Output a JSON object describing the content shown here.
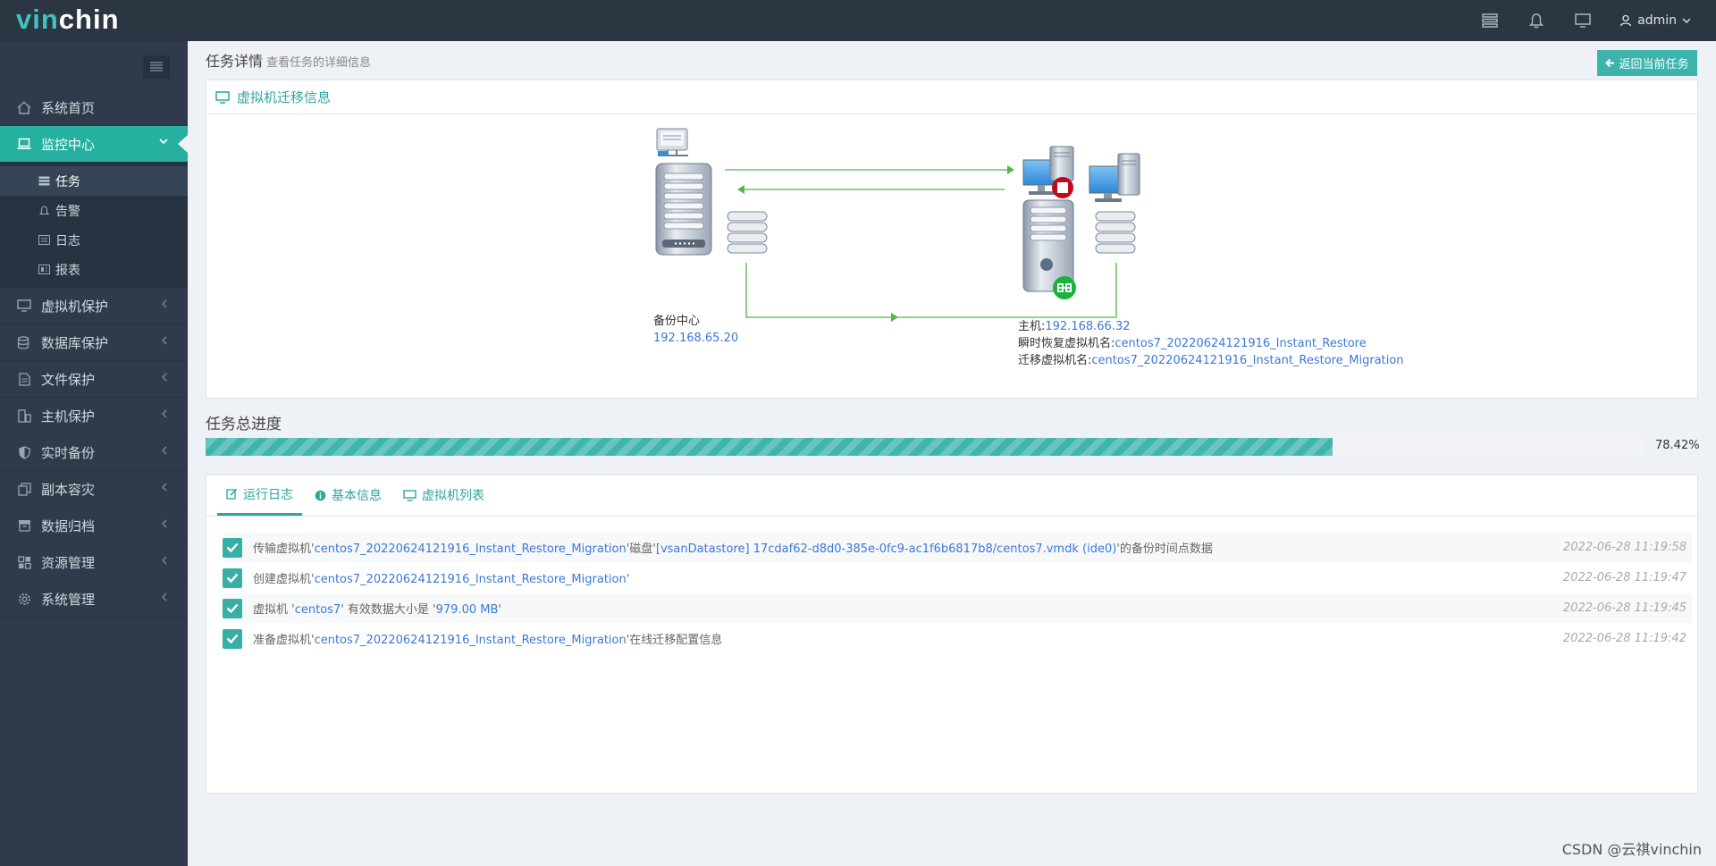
{
  "app": {
    "logo_part1": "vin",
    "logo_part2": "chin",
    "user": "admin"
  },
  "sidebar": {
    "items": [
      {
        "label": "系统首页",
        "icon": "home-icon"
      },
      {
        "label": "监控中心",
        "icon": "laptop-icon",
        "active": true,
        "sub": [
          {
            "label": "任务",
            "icon": "list-icon",
            "active": true
          },
          {
            "label": "告警",
            "icon": "bell-icon"
          },
          {
            "label": "日志",
            "icon": "log-icon"
          },
          {
            "label": "报表",
            "icon": "report-icon"
          }
        ]
      },
      {
        "label": "虚拟机保护",
        "icon": "monitor-icon"
      },
      {
        "label": "数据库保护",
        "icon": "database-icon"
      },
      {
        "label": "文件保护",
        "icon": "file-icon"
      },
      {
        "label": "主机保护",
        "icon": "host-icon"
      },
      {
        "label": "实时备份",
        "icon": "shield-icon"
      },
      {
        "label": "副本容灾",
        "icon": "copy-icon"
      },
      {
        "label": "数据归档",
        "icon": "archive-icon"
      },
      {
        "label": "资源管理",
        "icon": "resource-icon"
      },
      {
        "label": "系统管理",
        "icon": "gear-icon"
      }
    ]
  },
  "header": {
    "title": "任务详情",
    "subtitle": "查看任务的详细信息",
    "back_label": "返回当前任务"
  },
  "migration": {
    "panel_title": "虚拟机迁移信息",
    "backup_center_label": "备份中心",
    "backup_center_ip": "192.168.65.20",
    "host_label": "主机:",
    "host_ip": "192.168.66.32",
    "instant_vm_label": "瞬时恢复虚拟机名:",
    "instant_vm_name": "centos7_20220624121916_Instant_Restore",
    "migrate_vm_label": "迁移虚拟机名:",
    "migrate_vm_name": "centos7_20220624121916_Instant_Restore_Migration"
  },
  "progress": {
    "title": "任务总进度",
    "value": 78.42,
    "label": "78.42%"
  },
  "tabs": [
    {
      "label": "运行日志",
      "icon": "edit-icon",
      "active": true
    },
    {
      "label": "基本信息",
      "icon": "info-icon"
    },
    {
      "label": "虚拟机列表",
      "icon": "monitor-icon"
    }
  ],
  "logs": [
    {
      "pre": "传输虚拟机'",
      "hl": "centos7_20220624121916_Instant_Restore_Migration",
      "mid": "'磁盘'",
      "hl2": "[vsanDatastore] 17cdaf62-d8d0-385e-0fc9-ac1f6b6817b8/centos7.vmdk (ide0)",
      "post": "'的备份时间点数据",
      "time": "2022-06-28 11:19:58"
    },
    {
      "pre": "创建虚拟机'",
      "hl": "centos7_20220624121916_Instant_Restore_Migration",
      "mid": "'",
      "hl2": "",
      "post": "",
      "time": "2022-06-28 11:19:47"
    },
    {
      "pre": "虚拟机 '",
      "hl": "centos7",
      "mid": "' 有效数据大小是 '",
      "hl2": "979.00 MB",
      "post": "'",
      "time": "2022-06-28 11:19:45"
    },
    {
      "pre": "准备虚拟机'",
      "hl": "centos7_20220624121916_Instant_Restore_Migration",
      "mid": "'在线迁移配置信息",
      "hl2": "",
      "post": "",
      "time": "2022-06-28 11:19:42"
    }
  ],
  "watermark": "CSDN @云祺vinchin",
  "colors": {
    "accent": "#2fa59c",
    "sidebar": "#2f3b4a",
    "topbar": "#2c3542",
    "link": "#3c78d8"
  }
}
